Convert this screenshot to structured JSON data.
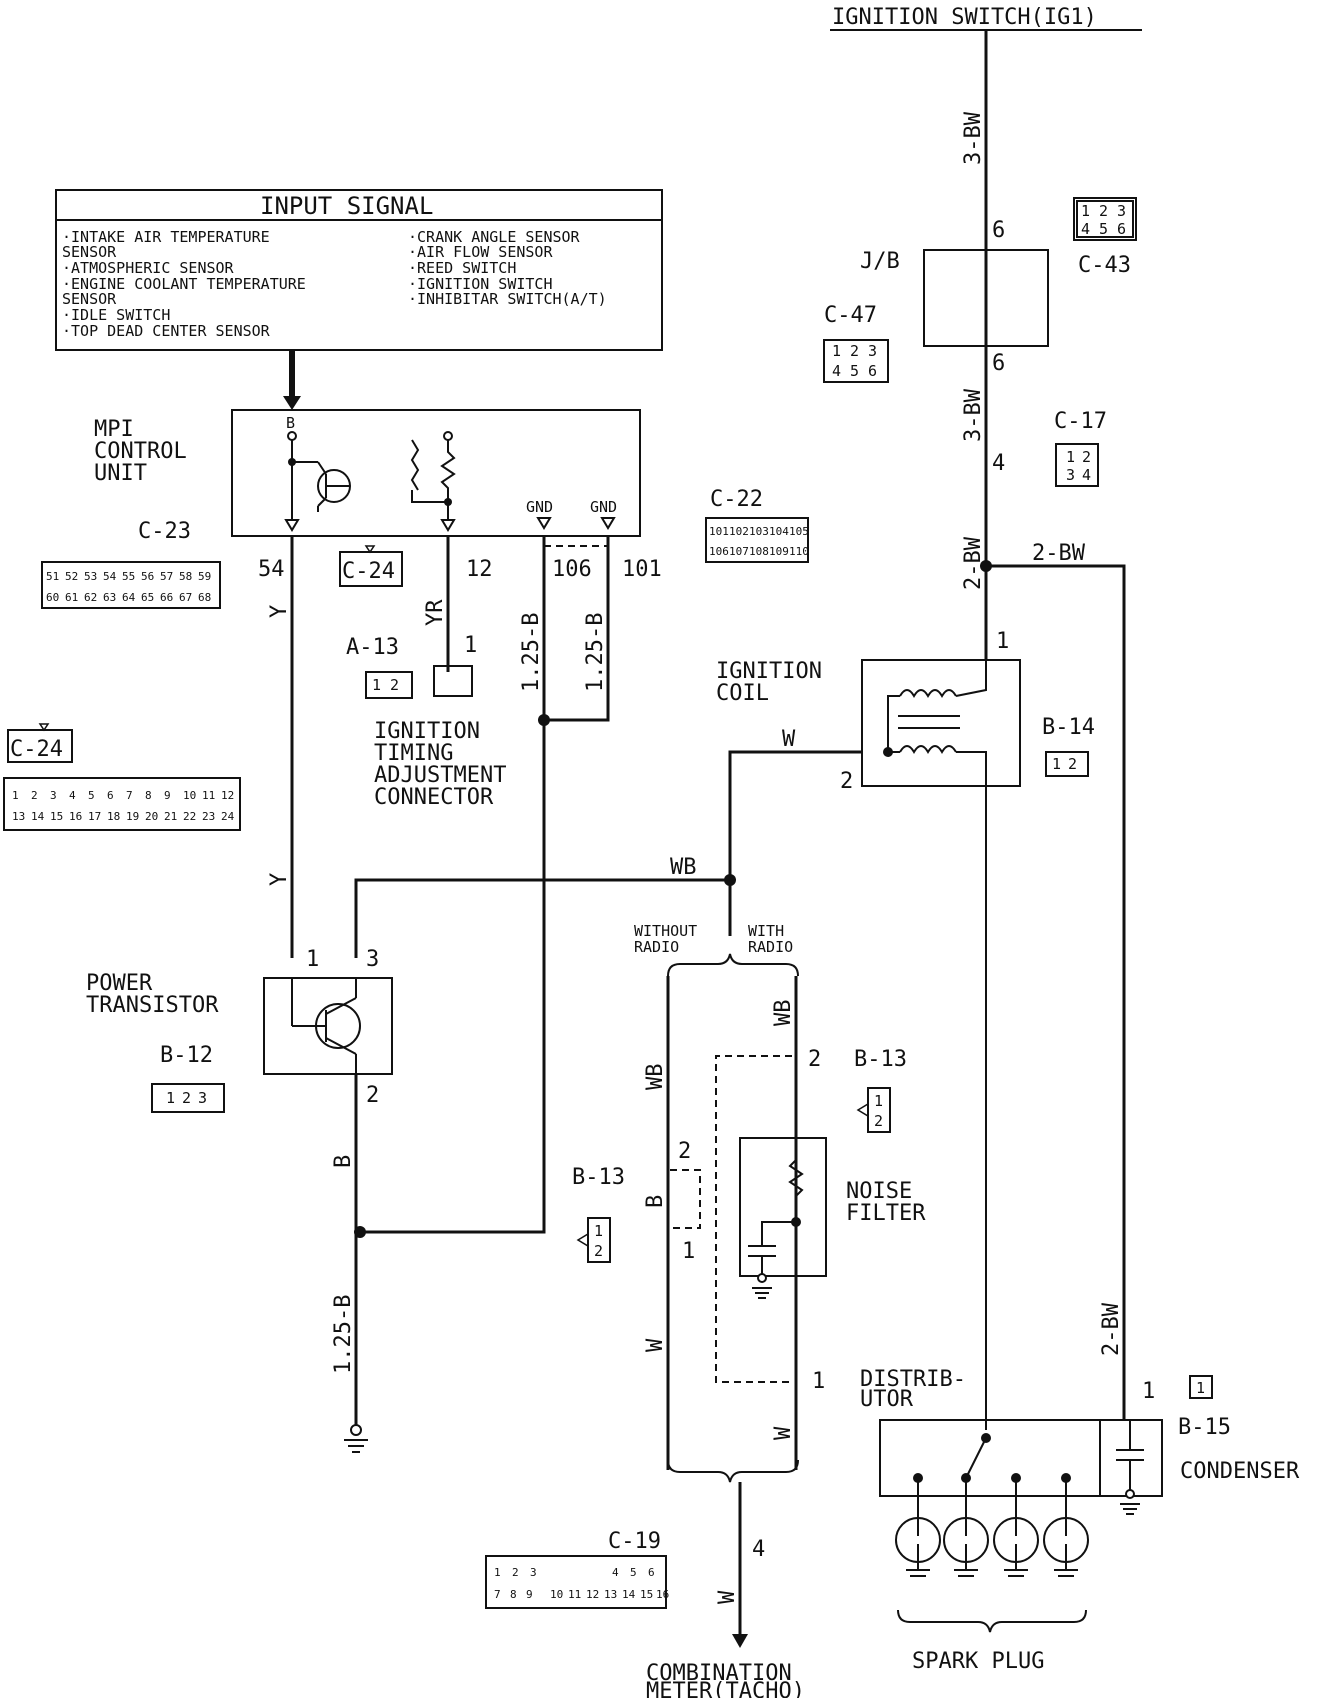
{
  "title": "IGNITION SWITCH(IG1)",
  "input_signal": {
    "heading": "INPUT SIGNAL",
    "left_items": [
      "·INTAKE AIR TEMPERATURE",
      " SENSOR",
      "·ATMOSPHERIC SENSOR",
      "·ENGINE COOLANT TEMPERATURE",
      " SENSOR",
      "·IDLE SWITCH",
      "·TOP DEAD CENTER SENSOR"
    ],
    "right_items": [
      "·CRANK ANGLE SENSOR",
      "·AIR FLOW SENSOR",
      "·REED SWITCH",
      "·IGNITION SWITCH",
      "·INHIBITAR SWITCH(A/T)"
    ]
  },
  "components": {
    "mpi": [
      "MPI",
      "CONTROL",
      "UNIT"
    ],
    "mpi_pin_b": "B",
    "gnd1": "GND",
    "gnd2": "GND",
    "jb": "J/B",
    "ignition_coil": [
      "IGNITION",
      "COIL"
    ],
    "power_transistor": [
      "POWER",
      "TRANSISTOR"
    ],
    "timing_connector": [
      "IGNITION",
      "TIMING",
      "ADJUSTMENT",
      "CONNECTOR"
    ],
    "noise_filter": [
      "NOISE",
      "FILTER"
    ],
    "distributor": [
      "DISTRIB-",
      "UTOR"
    ],
    "condenser": "CONDENSER",
    "spark_plug": "SPARK PLUG",
    "combination_meter": [
      "COMBINATION",
      "METER(TACHO)"
    ],
    "without_radio": [
      "WITHOUT",
      "RADIO"
    ],
    "with_radio": [
      "WITH",
      "RADIO"
    ]
  },
  "connector_ids": {
    "c43": "C-43",
    "c47": "C-47",
    "c17": "C-17",
    "c22": "C-22",
    "c23": "C-23",
    "c24a": "C-24",
    "c24b": "C-24",
    "a13": "A-13",
    "b14": "B-14",
    "b12": "B-12",
    "b13a": "B-13",
    "b13b": "B-13",
    "b15": "B-15",
    "c19": "C-19"
  },
  "wire_labels": {
    "bw3a": "3-BW",
    "bw3b": "3-BW",
    "bw2a": "2-BW",
    "bw2b": "2-BW",
    "bw2c": "2-BW",
    "y1": "Y",
    "y2": "Y",
    "yr": "YR",
    "b125a": "1.25-B",
    "b125b": "1.25-B",
    "b125c": "1.25-B",
    "w1": "W",
    "wb1": "WB",
    "wb2": "WB",
    "wb3": "WB",
    "b1": "B",
    "b2": "B",
    "w2": "W",
    "w3": "W",
    "w4": "W"
  },
  "pins": {
    "p54": "54",
    "p12": "12",
    "p106": "106",
    "p101": "101",
    "p6a": "6",
    "p6b": "6",
    "p4a": "4",
    "p1coil": "1",
    "p2coil": "2",
    "p1a13": "1",
    "p1pt": "1",
    "p3pt": "3",
    "p2pt": "2",
    "p2nf": "2",
    "p1nf": "1",
    "p2b13": "2",
    "p1b13": "1",
    "p1b15": "1",
    "p4c19": "4"
  },
  "connector_cells": {
    "c43": [
      "1",
      "2",
      "3",
      "4",
      "5",
      "6"
    ],
    "c47": [
      "1",
      "2",
      "3",
      "4",
      "5",
      "6"
    ],
    "c17": [
      "1",
      "2",
      "3",
      "4"
    ],
    "c22": [
      "101",
      "102",
      "103",
      "104",
      "105",
      "106",
      "107",
      "108",
      "109",
      "110"
    ],
    "c23": [
      "51",
      "52",
      "53",
      "54",
      "55",
      "56",
      "57",
      "58",
      "59",
      "60",
      "61",
      "62",
      "63",
      "64",
      "65",
      "66",
      "67",
      "68"
    ],
    "c24_row1": [
      "1",
      "2",
      "3",
      "4",
      "5",
      "6",
      "7",
      "8",
      "9",
      "10",
      "11",
      "12"
    ],
    "c24_row2": [
      "13",
      "14",
      "15",
      "16",
      "17",
      "18",
      "19",
      "20",
      "21",
      "22",
      "23",
      "24"
    ],
    "a13": [
      "1",
      "2"
    ],
    "b14": [
      "1",
      "2"
    ],
    "b12": [
      "1",
      "2",
      "3"
    ],
    "b13": [
      "1",
      "2"
    ],
    "b15": [
      "1"
    ],
    "c19_row1": [
      "1",
      "2",
      "3",
      "4",
      "5",
      "6"
    ],
    "c19_row2": [
      "7",
      "8",
      "9",
      "10",
      "11",
      "12",
      "13",
      "14",
      "15",
      "16"
    ]
  }
}
